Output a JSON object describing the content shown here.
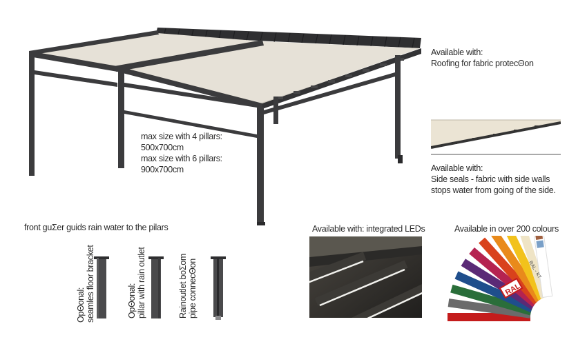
{
  "main_product": {
    "size_line_1": "max size with 4 pillars:",
    "size_value_1": "500x700cm",
    "size_line_2": "max size with 6 pillars:",
    "size_value_2": "900x700cm"
  },
  "roofing_option": {
    "heading": "Available with:",
    "description": "Roofing for fabric protecΘon"
  },
  "side_seals_option": {
    "heading": "Available with:",
    "line_1": "Side seals - fabric with side walls",
    "line_2": "stops water from going of the side."
  },
  "gutter": {
    "caption": "front guΣer guids rain water to the pilars",
    "options": [
      {
        "label_1": "OpΘonal:",
        "label_2": "seamles floor bracket"
      },
      {
        "label_1": "OpΘonal:",
        "label_2": "pillar with rain outlet"
      },
      {
        "label_1": "Rainoutlet boΣom",
        "label_2": "pipe connecΘon"
      }
    ]
  },
  "leds_option": {
    "caption": "Available with: integrated LEDs"
  },
  "colours_option": {
    "caption": "Available in over 200 colours",
    "fan_brand": "RAL",
    "fan_code": "RAL - K7"
  },
  "colors": {
    "frame": "#3b3b3d",
    "fabric": "#e6e1d7",
    "text": "#2a2a2a"
  }
}
